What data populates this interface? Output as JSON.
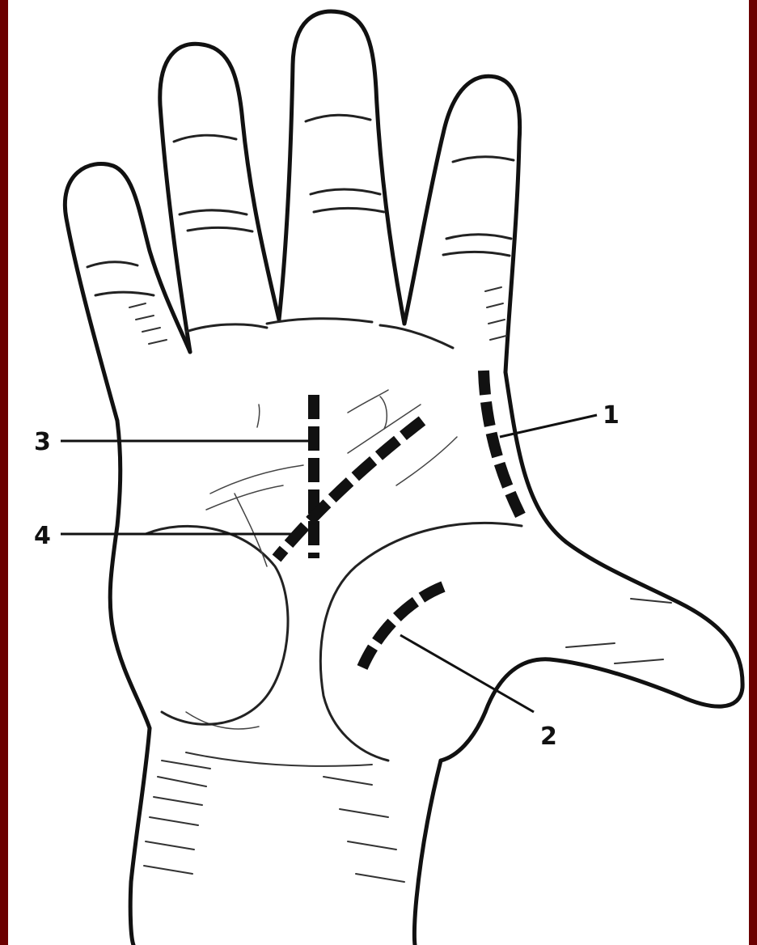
{
  "colors": {
    "frame": "#6b0000",
    "background": "#ffffff",
    "ink": "#111111"
  },
  "labels": {
    "label_1": "1",
    "label_2": "2",
    "label_3": "3",
    "label_4": "4"
  }
}
